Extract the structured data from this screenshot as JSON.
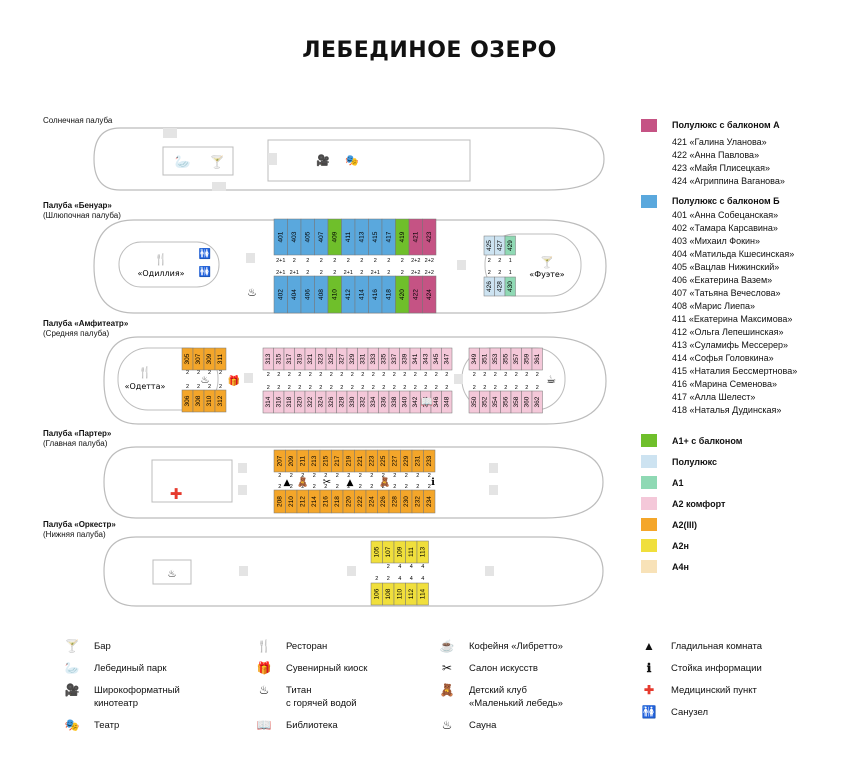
{
  "title": "ЛЕБЕДИНОЕ ОЗЕРО",
  "decks": [
    {
      "name": "Солнечная палуба",
      "sub": ""
    },
    {
      "name": "Палуба «Бенуар»",
      "sub": "(Шлюпочная палуба)"
    },
    {
      "name": "Палуба «Амфитеатр»",
      "sub": "(Средняя палуба)"
    },
    {
      "name": "Палуба «Партер»",
      "sub": "(Главная палуба)"
    },
    {
      "name": "Палуба «Оркестр»",
      "sub": "(Нижняя палуба)"
    }
  ],
  "rooms": {
    "odilliya": "«Одиллия»",
    "fuete": "«Фуэте»",
    "odetta": "«Одетта»"
  },
  "colors": {
    "pl_a": "#c55384",
    "pl_b": "#5aa8dd",
    "a1_plus": "#6fbf2b",
    "pl": "#cde3f1",
    "a1": "#8fd9b4",
    "a2_comfort": "#f4c8d9",
    "a2_3": "#f4a62a",
    "a2n": "#f0df3c",
    "a4n": "#f8e2b8"
  },
  "legend": {
    "pl_a": {
      "label": "Полулюкс с балконом А",
      "cabins": [
        "421 «Галина Уланова»",
        "422 «Анна Павлова»",
        "423 «Майя Плисецкая»",
        "424 «Агриппина Ваганова»"
      ]
    },
    "pl_b": {
      "label": "Полулюкс с балконом Б",
      "cabins": [
        "401 «Анна Собецанская»",
        "402 «Тамара Карсавина»",
        "403 «Михаил Фокин»",
        "404 «Матильда Кшесинская»",
        "405 «Вацлав Нижинский»",
        "406 «Екатерина Вазем»",
        "407 «Татьяна Вечеслова»",
        "408 «Марис Лиепа»",
        "411 «Екатерина Максимова»",
        "412 «Ольга Лепешинская»",
        "413 «Суламифь Мессерер»",
        "414 «Софья Головкина»",
        "415 «Наталия Бессмертнова»",
        "416 «Марина Семенова»",
        "417 «Алла Шелест»",
        "418 «Наталья Дудинская»"
      ]
    },
    "a1_plus": "А1+ с балконом",
    "pl": "Полулюкс",
    "a1": "А1",
    "a2_comfort": "А2 комфорт",
    "a2_3": "А2(III)",
    "a2n": "А2н",
    "a4n": "А4н"
  },
  "icons": {
    "bar": {
      "label": "Бар",
      "glyph": "🍸"
    },
    "swan_park": {
      "label": "Лебединый парк",
      "glyph": "🦢"
    },
    "cinema": {
      "label": "Широкоформатный\nкинотеатр",
      "glyph": "🎥"
    },
    "theatre": {
      "label": "Театр",
      "glyph": "🎭"
    },
    "restaurant": {
      "label": "Ресторан",
      "glyph": "🍴"
    },
    "souvenir": {
      "label": "Сувенирный киоск",
      "glyph": "🎁"
    },
    "titan": {
      "label": "Титан\nс горячей водой",
      "glyph": "♨"
    },
    "library": {
      "label": "Библиотека",
      "glyph": "📖"
    },
    "coffee": {
      "label": "Кофейня «Либретто»",
      "glyph": "☕"
    },
    "art_salon": {
      "label": "Салон искусств",
      "glyph": "✂"
    },
    "kids_club": {
      "label": "Детский клуб\n«Маленький лебедь»",
      "glyph": "🧸"
    },
    "sauna": {
      "label": "Сауна",
      "glyph": "♨"
    },
    "ironing": {
      "label": "Гладильная комната",
      "glyph": "▲"
    },
    "info": {
      "label": "Стойка информации",
      "glyph": "ℹ"
    },
    "medical": {
      "label": "Медицинский пункт",
      "glyph": "✚"
    },
    "wc": {
      "label": "Санузел",
      "glyph": "🚻"
    }
  },
  "plan": {
    "benuar": {
      "top": [
        {
          "n": "401",
          "c": "pl_b"
        },
        {
          "n": "403",
          "c": "pl_b"
        },
        {
          "n": "405",
          "c": "pl_b"
        },
        {
          "n": "407",
          "c": "pl_b"
        },
        {
          "n": "409",
          "c": "a1_plus"
        },
        {
          "n": "411",
          "c": "pl_b"
        },
        {
          "n": "413",
          "c": "pl_b"
        },
        {
          "n": "415",
          "c": "pl_b"
        },
        {
          "n": "417",
          "c": "pl_b"
        },
        {
          "n": "419",
          "c": "a1_plus"
        },
        {
          "n": "421",
          "c": "pl_a"
        },
        {
          "n": "423",
          "c": "pl_a"
        }
      ],
      "bottom": [
        {
          "n": "402",
          "c": "pl_b"
        },
        {
          "n": "404",
          "c": "pl_b"
        },
        {
          "n": "406",
          "c": "pl_b"
        },
        {
          "n": "408",
          "c": "pl_b"
        },
        {
          "n": "410",
          "c": "a1_plus"
        },
        {
          "n": "412",
          "c": "pl_b"
        },
        {
          "n": "414",
          "c": "pl_b"
        },
        {
          "n": "416",
          "c": "pl_b"
        },
        {
          "n": "418",
          "c": "pl_b"
        },
        {
          "n": "420",
          "c": "a1_plus"
        },
        {
          "n": "422",
          "c": "pl_a"
        },
        {
          "n": "424",
          "c": "pl_a"
        }
      ],
      "top_beds": [
        "2+1",
        "2",
        "2",
        "2",
        "2",
        "2",
        "2",
        "2",
        "2",
        "2",
        "2+2",
        "2+2"
      ],
      "bottom_beds": [
        "2+1",
        "2+1",
        "2",
        "2",
        "2",
        "2+1",
        "2",
        "2+1",
        "2",
        "2",
        "2+2",
        "2+2"
      ],
      "aft_top": [
        {
          "n": "425",
          "c": "pl"
        },
        {
          "n": "427",
          "c": "pl"
        },
        {
          "n": "429",
          "c": "a1"
        }
      ],
      "aft_bottom": [
        {
          "n": "426",
          "c": "pl"
        },
        {
          "n": "428",
          "c": "pl"
        },
        {
          "n": "430",
          "c": "a1"
        }
      ],
      "aft_top_beds": [
        "2",
        "2",
        "1"
      ],
      "aft_bottom_beds": [
        "2",
        "2",
        "1"
      ]
    },
    "amfiteatr": {
      "bow_top": [
        "305",
        "307",
        "309",
        "311"
      ],
      "bow_bottom": [
        "306",
        "308",
        "310",
        "312"
      ],
      "mid_top": [
        "313",
        "315",
        "317",
        "319",
        "321",
        "323",
        "325",
        "327",
        "329",
        "331",
        "333",
        "335",
        "337",
        "339",
        "341",
        "343",
        "345",
        "347"
      ],
      "mid_bottom": [
        "314",
        "316",
        "318",
        "320",
        "322",
        "324",
        "326",
        "328",
        "330",
        "332",
        "334",
        "336",
        "338",
        "340",
        "342",
        "344",
        "346",
        "348"
      ],
      "aft_top": [
        "349",
        "351",
        "353",
        "355",
        "357",
        "359",
        "361"
      ],
      "aft_bottom": [
        "350",
        "352",
        "354",
        "356",
        "358",
        "360",
        "362"
      ],
      "beds": "2"
    },
    "parter": {
      "top": [
        "207",
        "209",
        "211",
        "213",
        "215",
        "217",
        "219",
        "221",
        "223",
        "225",
        "227",
        "229",
        "231",
        "233"
      ],
      "bottom": [
        "208",
        "210",
        "212",
        "214",
        "216",
        "218",
        "220",
        "222",
        "224",
        "226",
        "228",
        "230",
        "232",
        "234"
      ],
      "beds": "2"
    },
    "orkestr": {
      "top": [
        "105",
        "107",
        "109",
        "111",
        "113"
      ],
      "bottom": [
        "106",
        "108",
        "110",
        "112",
        "114"
      ],
      "top_beds": [
        "",
        "2",
        "4",
        "4",
        "4"
      ],
      "bottom_beds": [
        "2",
        "2",
        "4",
        "4",
        "4"
      ]
    }
  }
}
